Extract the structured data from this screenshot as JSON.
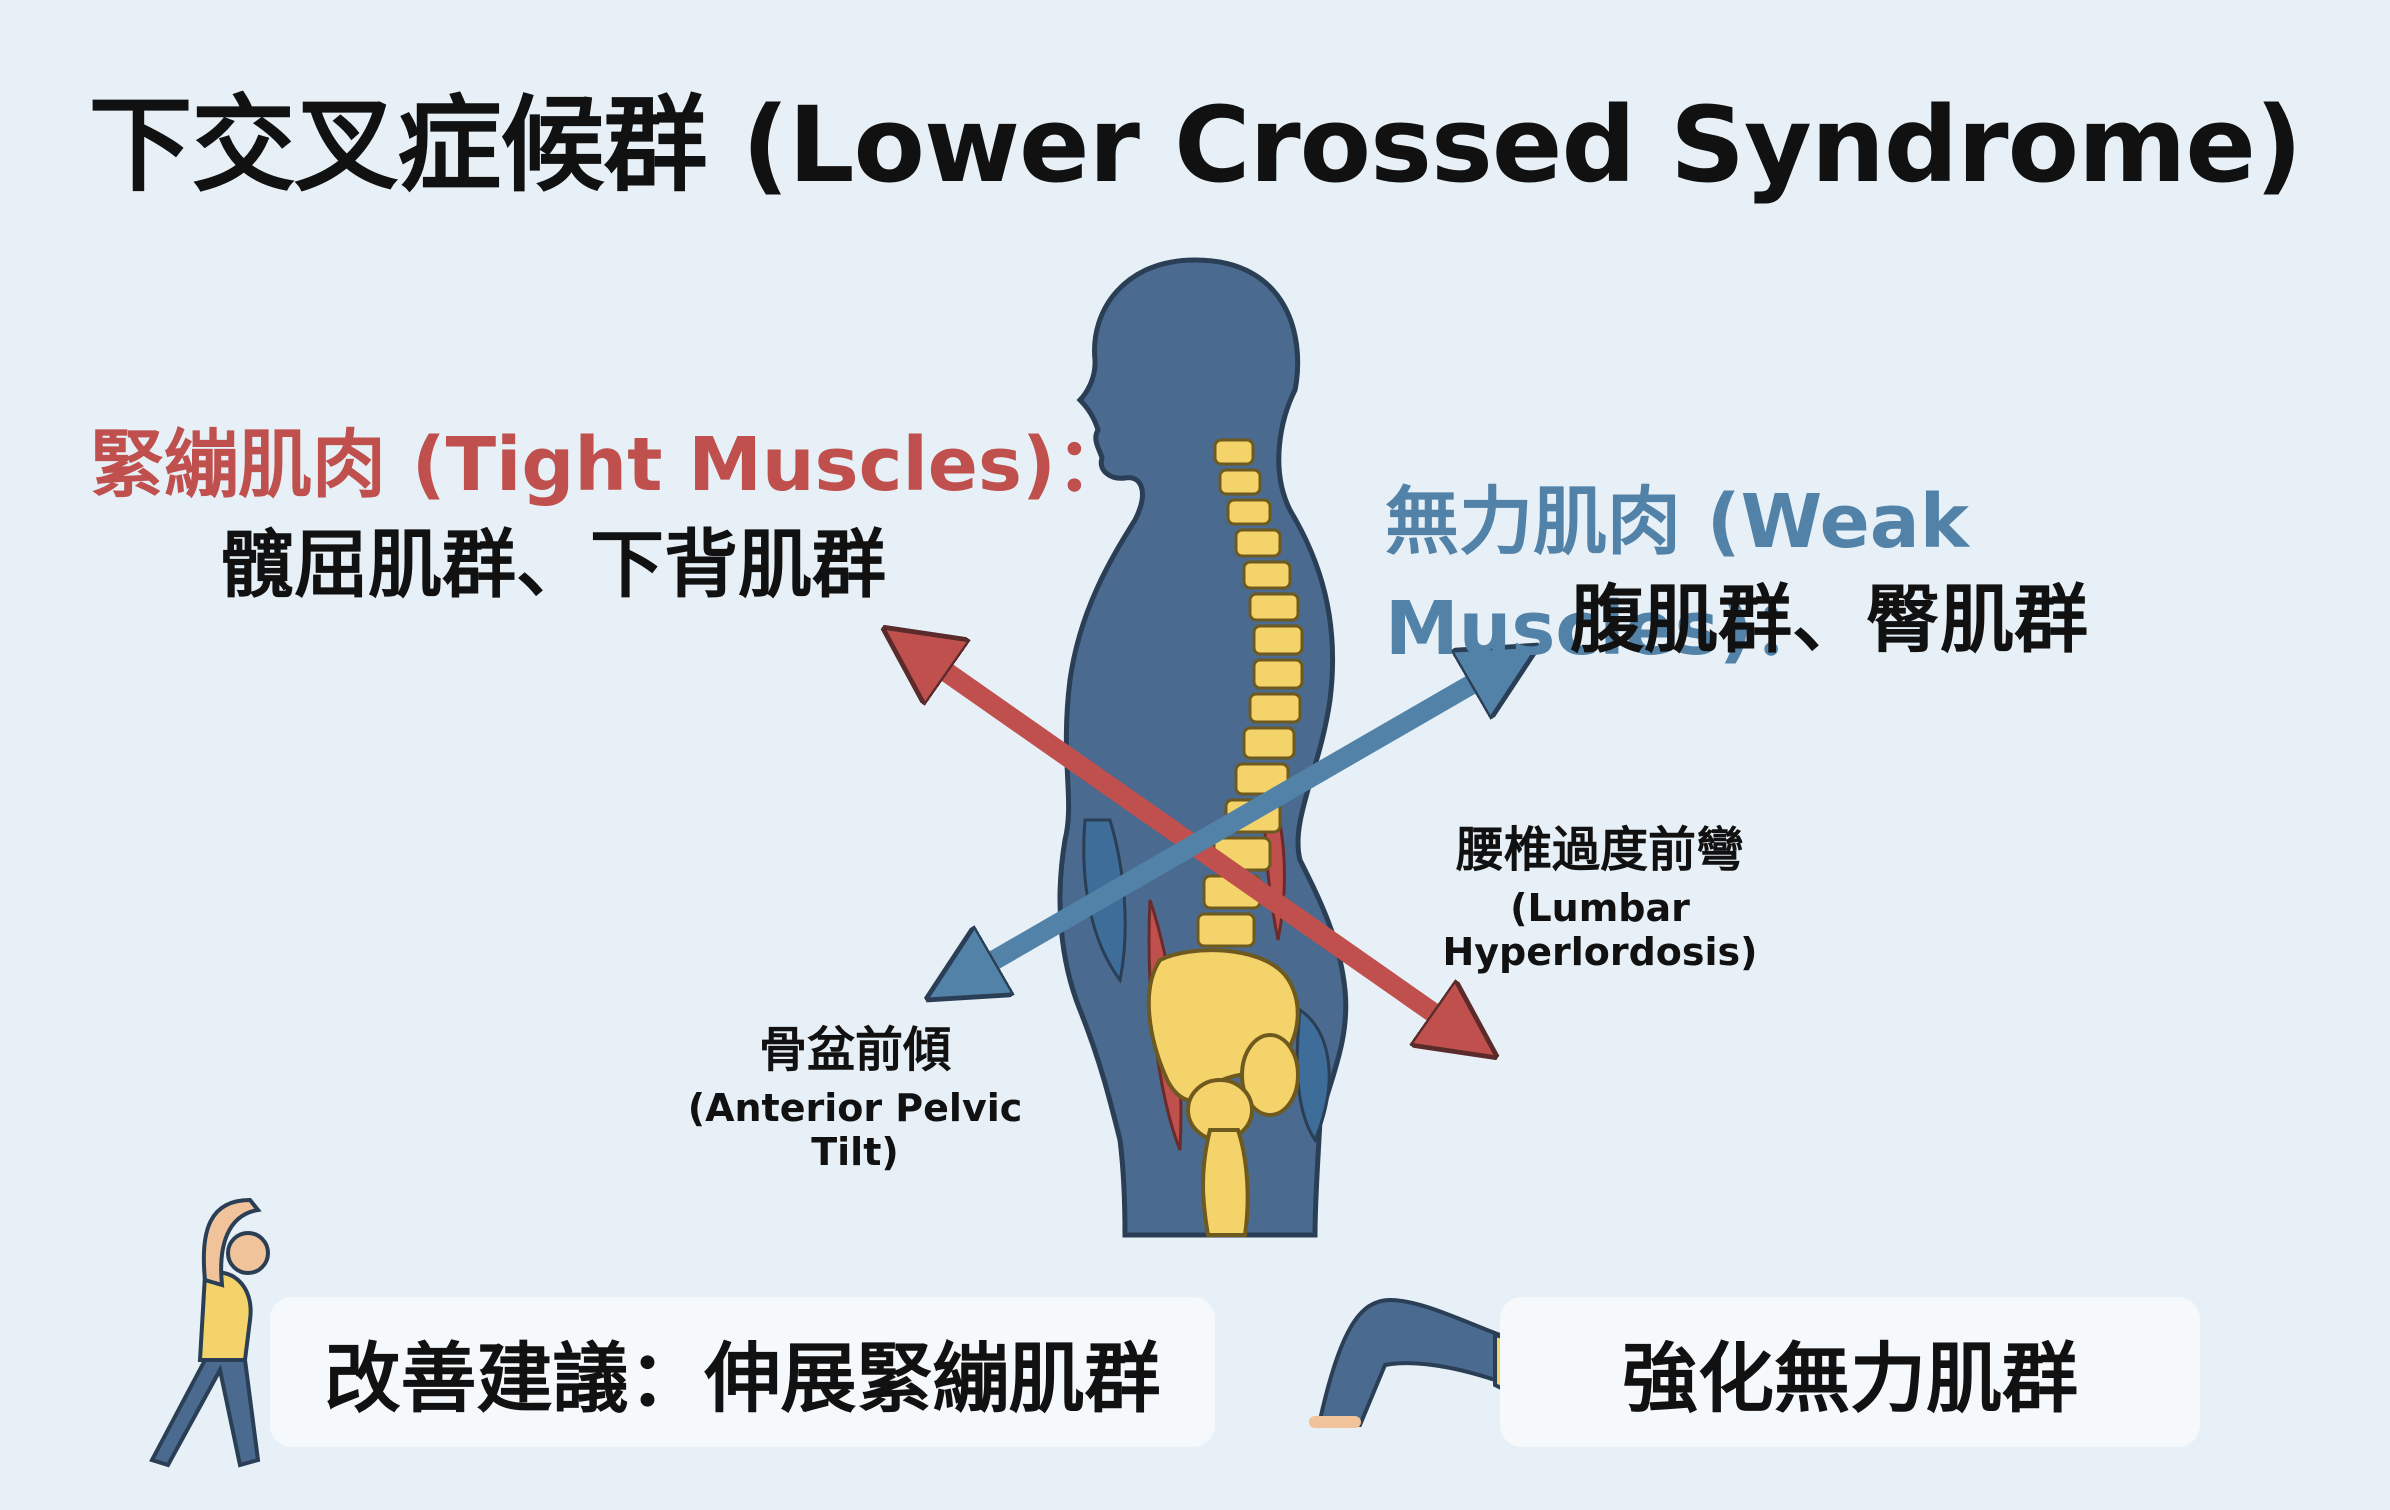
{
  "title": "下交叉症候群 (Lower Crossed Syndrome)",
  "tight": {
    "heading": "緊繃肌肉 (Tight Muscles)：",
    "muscles": "髖屈肌群、下背肌群"
  },
  "weak": {
    "heading": "無力肌肉 (Weak Muscles)：",
    "muscles": "腹肌群、臀肌群"
  },
  "annotations": {
    "lumbar_zh": "腰椎過度前彎",
    "lumbar_en": "(Lumbar Hyperlordosis)",
    "pelvic_zh": "骨盆前傾",
    "pelvic_en": "(Anterior Pelvic Tilt)"
  },
  "cards": {
    "stretch": "改善建議：伸展緊繃肌群",
    "strengthen": "強化無力肌群"
  },
  "colors": {
    "tight_red": "#c0504d",
    "weak_blue": "#5282a8",
    "body_blue": "#4a6a8f",
    "spine_yellow": "#f5d36b",
    "background": "#e6f0f6"
  },
  "icons": {
    "stretch_figure": "side-stretch-person-icon",
    "bridge_figure": "glute-bridge-person-icon"
  }
}
